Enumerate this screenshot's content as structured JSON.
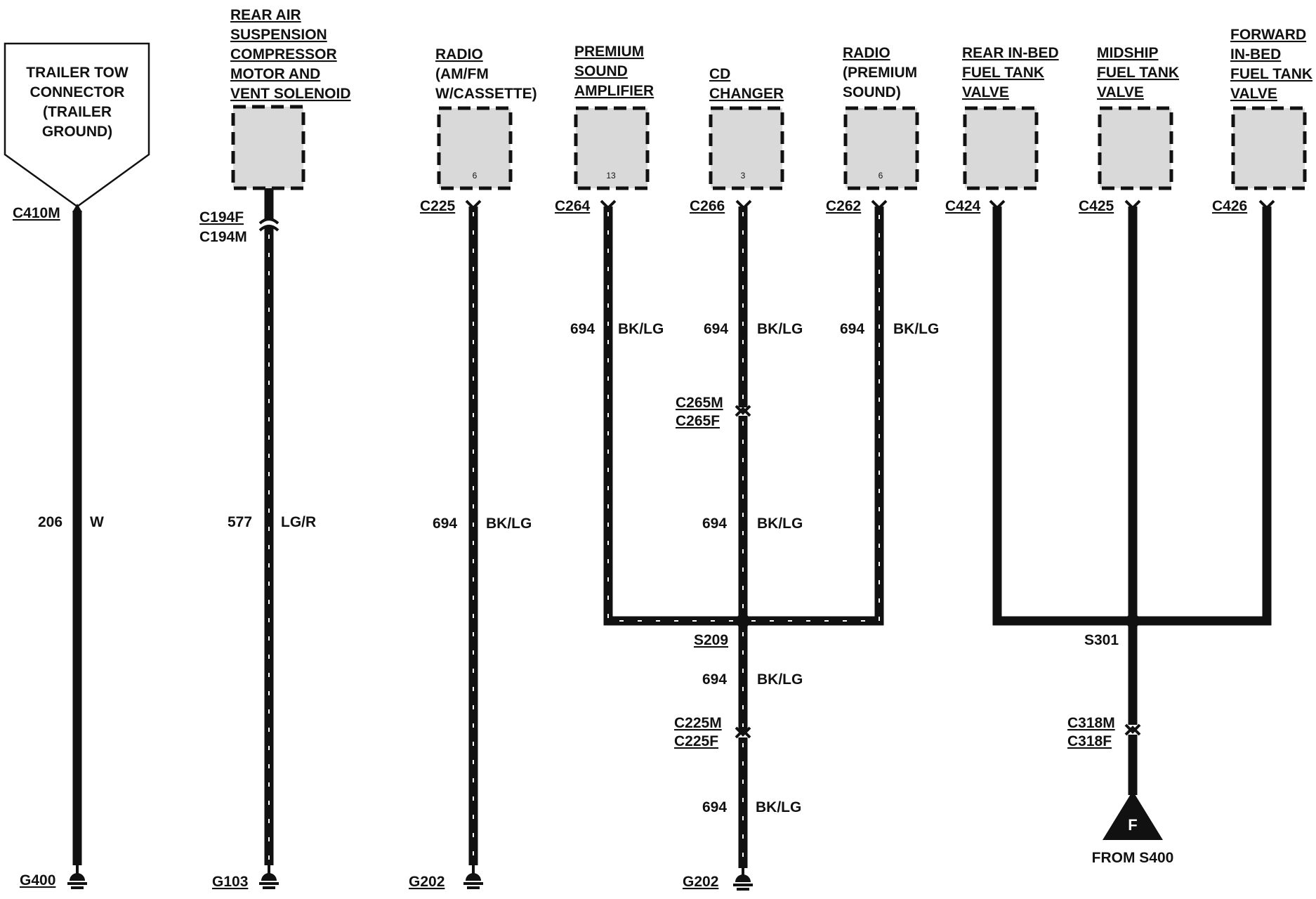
{
  "components": {
    "trailer": [
      "TRAILER TOW",
      "CONNECTOR",
      "(TRAILER",
      "GROUND)"
    ],
    "rear_air": [
      "REAR AIR",
      "SUSPENSION",
      "COMPRESSOR",
      "MOTOR AND",
      "VENT SOLENOID"
    ],
    "radio_am": [
      "RADIO",
      "(AM/FM",
      "W/CASSETTE)"
    ],
    "premium_amp": [
      "PREMIUM",
      "SOUND",
      "AMPLIFIER"
    ],
    "cd_changer": [
      "CD",
      "CHANGER"
    ],
    "radio_premium": [
      "RADIO",
      "(PREMIUM",
      "SOUND)"
    ],
    "rear_tank": [
      "REAR IN-BED",
      "FUEL TANK",
      "VALVE"
    ],
    "midship_tank": [
      "MIDSHIP",
      "FUEL TANK",
      "VALVE"
    ],
    "forward_tank": [
      "FORWARD",
      "IN-BED",
      "FUEL TANK",
      "VALVE"
    ]
  },
  "pins": {
    "radio_am": "6",
    "premium_amp": "13",
    "cd_changer": "3",
    "radio_premium": "6"
  },
  "connectors": {
    "c410m": "C410M",
    "c194f": "C194F",
    "c194m": "C194M",
    "c225": "C225",
    "c264": "C264",
    "c266": "C266",
    "c262": "C262",
    "c424": "C424",
    "c425": "C425",
    "c426": "C426",
    "c265m": "C265M",
    "c265f": "C265F",
    "c225m": "C225M",
    "c225f": "C225F",
    "c318m": "C318M",
    "c318f": "C318F"
  },
  "splices": {
    "s209": "S209",
    "s301": "S301"
  },
  "wire_labels": {
    "w206_num": "206",
    "w206_color": "W",
    "w577_num": "577",
    "w577_color": "LG/R",
    "radio_num": "694",
    "radio_color": "BK/LG",
    "amp_num": "694",
    "amp_color": "BK/LG",
    "cd_top_num": "694",
    "cd_top_color": "BK/LG",
    "cd_mid_num": "694",
    "cd_mid_color": "BK/LG",
    "prem_num": "694",
    "prem_color": "BK/LG",
    "s209_num": "694",
    "s209_color": "BK/LG",
    "bottom_num": "694",
    "bottom_color": "BK/LG"
  },
  "grounds": {
    "g400": "G400",
    "g103": "G103",
    "g202_a": "G202",
    "g202_b": "G202"
  },
  "page_ref": {
    "letter": "F",
    "caption": "FROM S400"
  },
  "colors": {
    "ink": "#111111",
    "paper": "#ffffff",
    "component_fill": "#d9d9d9"
  }
}
